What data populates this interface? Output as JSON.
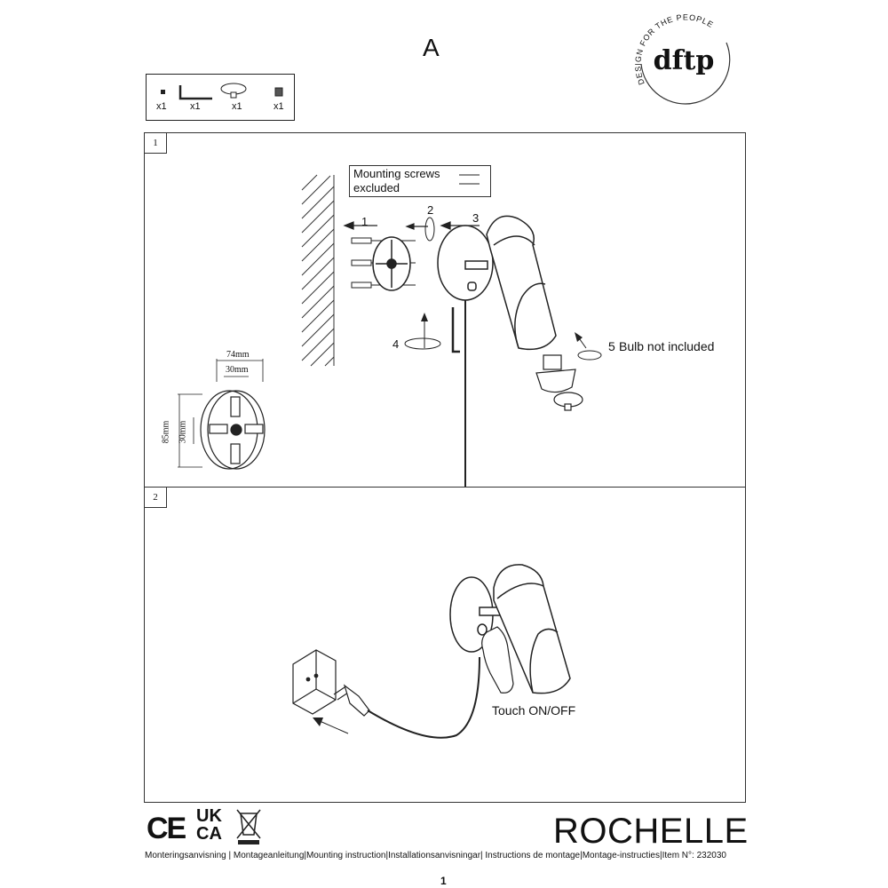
{
  "header": {
    "letter": "A",
    "logo": {
      "brand": "dftp",
      "tagline": "DESIGN FOR THE PEOPLE"
    }
  },
  "parts": [
    {
      "icon": "screw-icon",
      "qty": "x1"
    },
    {
      "icon": "allen-key-icon",
      "qty": "x1"
    },
    {
      "icon": "cover-cap-icon",
      "qty": "x1"
    },
    {
      "icon": "nut-icon",
      "qty": "x1"
    }
  ],
  "panel1": {
    "number": "1",
    "note_line1": "Mounting screws",
    "note_line2": "excluded",
    "steps": [
      "1",
      "2",
      "3",
      "4",
      "5"
    ],
    "bulb_note": "Bulb not included",
    "dims": {
      "width_outer": "74mm",
      "width_inner": "30mm",
      "height_outer": "85mm",
      "height_inner": "30mm"
    }
  },
  "panel2": {
    "number": "2",
    "touch_label": "Touch ON/OFF"
  },
  "footer": {
    "marks": [
      "CE",
      "UK",
      "CA"
    ],
    "product": "ROCHELLE",
    "languages": "Monteringsanvisning | Montageanleitung|Mounting instruction|Installationsanvisningar| Instructions de montage|Montage-instructies|Item N°: 232030",
    "page": "1"
  }
}
